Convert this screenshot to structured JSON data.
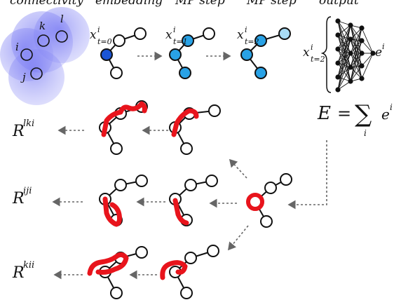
{
  "header": {
    "connectivity": "connectivity",
    "embedding": "embedding",
    "mp_step_1": "MP step",
    "mp_step_2": "MP step",
    "output": "output"
  },
  "cluster": {
    "labels": [
      "k",
      "l",
      "i",
      "j"
    ]
  },
  "states": {
    "x_symbol": "x",
    "superscript": "i",
    "t0": "t=0",
    "t1": "t=1",
    "t2": "t=2",
    "e_symbol": "e",
    "e_superscript": "i"
  },
  "energy": {
    "lhs": "E",
    "equals": "=",
    "sum": "∑",
    "sum_index": "i",
    "term": "e",
    "term_superscript": "i"
  },
  "rows": [
    {
      "symbol": "R",
      "superscript": "lki"
    },
    {
      "symbol": "R",
      "superscript": "iji"
    },
    {
      "symbol": "R",
      "superscript": "kii"
    }
  ],
  "colors": {
    "node_t0_center": "#1b55d6",
    "node_t1": "#29a2e6",
    "node_t2_light": "#a9dcf5",
    "highlight": "#e8141c",
    "sphere": "#6b6ef0"
  }
}
